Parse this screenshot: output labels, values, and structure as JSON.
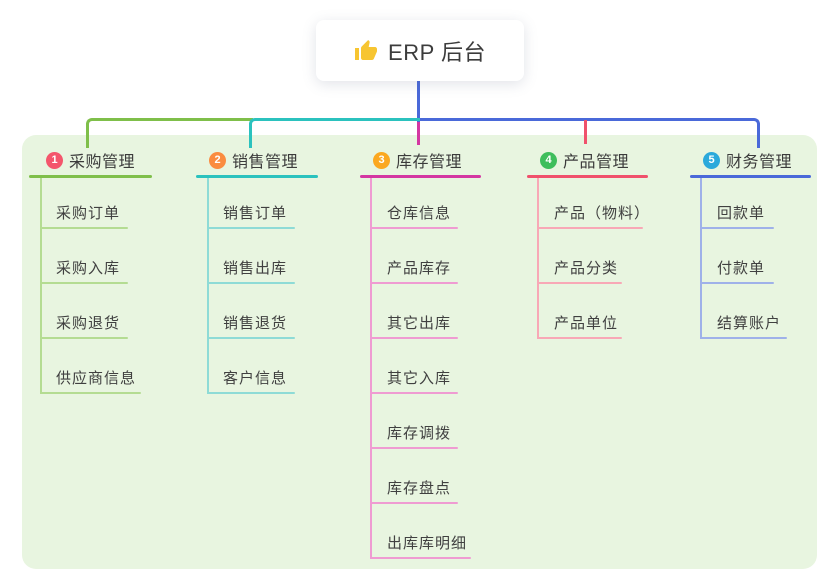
{
  "root": {
    "title": "ERP 后台",
    "icon": "thumbs-up"
  },
  "colors": {
    "panel_bg": "#e8f5e0",
    "root_line": "#4a69d9",
    "text": "#3b3b3b"
  },
  "branches": [
    {
      "badge": "1",
      "label": "采购管理",
      "badge_color": "#f4566c",
      "line_color": "#7fbf4a",
      "child_line_color": "#b4dc92",
      "children": [
        "采购订单",
        "采购入库",
        "采购退货",
        "供应商信息"
      ]
    },
    {
      "badge": "2",
      "label": "销售管理",
      "badge_color": "#fa8c40",
      "line_color": "#2bc2be",
      "child_line_color": "#8edbd6",
      "children": [
        "销售订单",
        "销售出库",
        "销售退货",
        "客户信息"
      ]
    },
    {
      "badge": "3",
      "label": "库存管理",
      "badge_color": "#fba820",
      "line_color": "#d437a2",
      "child_line_color": "#ef9bd2",
      "children": [
        "仓库信息",
        "产品库存",
        "其它出库",
        "其它入库",
        "库存调拨",
        "库存盘点",
        "出库库明细"
      ]
    },
    {
      "badge": "4",
      "label": "产品管理",
      "badge_color": "#3ebe5c",
      "line_color": "#f0516c",
      "child_line_color": "#f8a8b6",
      "children": [
        "产品（物料）",
        "产品分类",
        "产品单位"
      ]
    },
    {
      "badge": "5",
      "label": "财务管理",
      "badge_color": "#2ba9db",
      "line_color": "#4a69d9",
      "child_line_color": "#9fb1e9",
      "children": [
        "回款单",
        "付款单",
        "结算账户"
      ]
    }
  ]
}
